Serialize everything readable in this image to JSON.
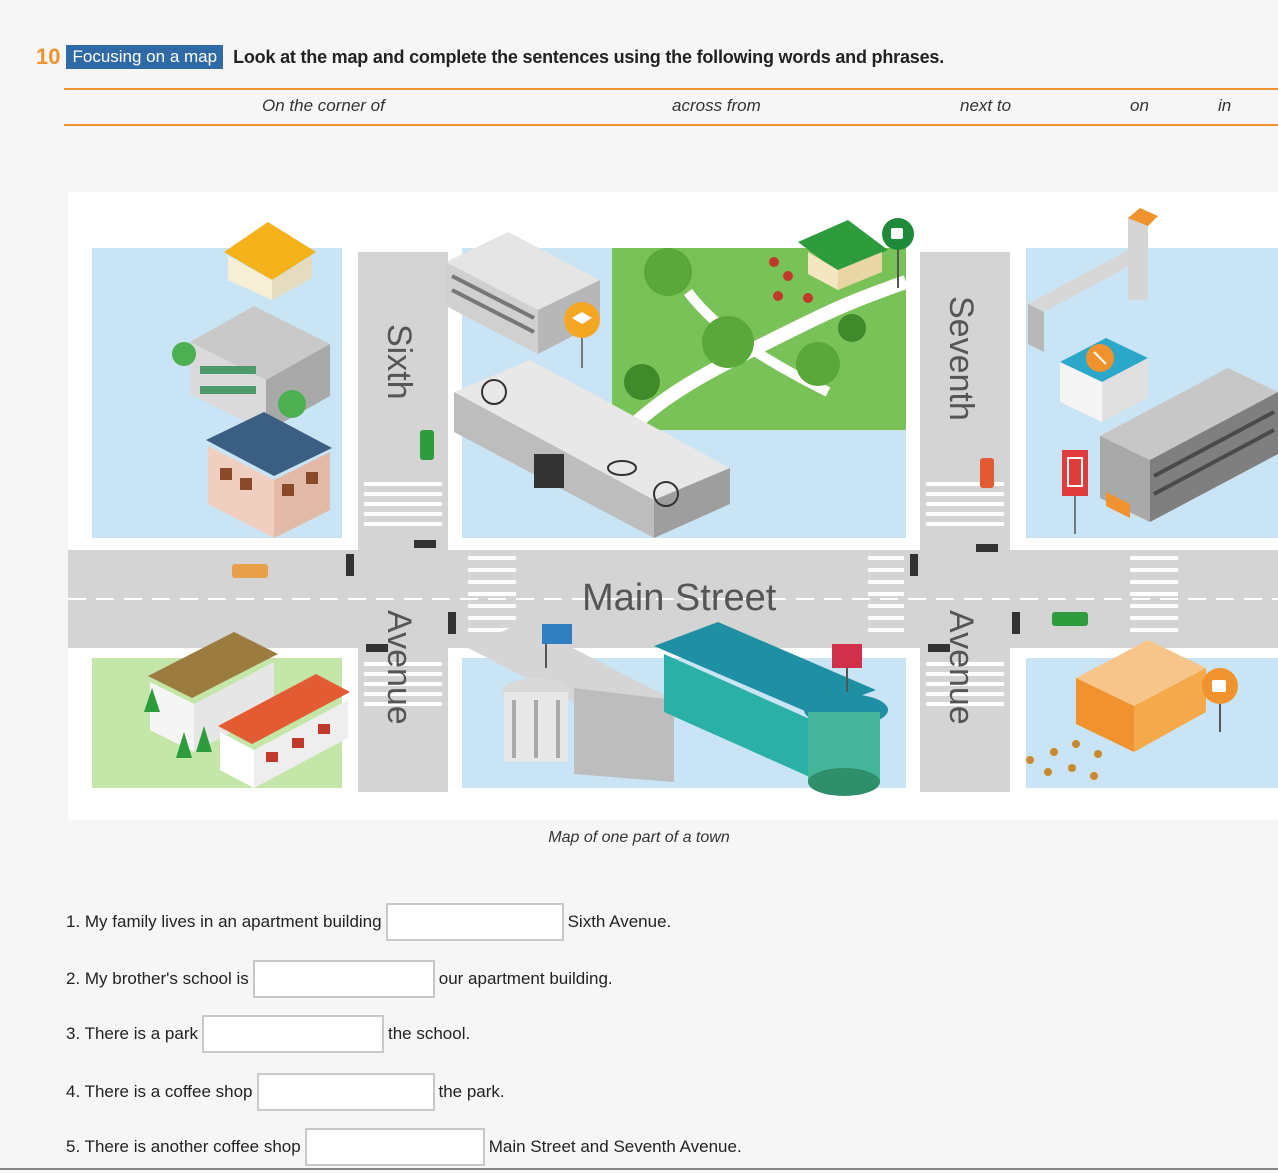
{
  "exercise": {
    "number": "10",
    "badge": "Focusing on a map",
    "instruction": "Look at the map and complete the sentences using the following words and phrases."
  },
  "word_bank": [
    "On the corner of",
    "across from",
    "next to",
    "on",
    "in"
  ],
  "map": {
    "street_labels": {
      "sixth": "Sixth",
      "sixth_avenue": "Avenue",
      "main_street": "Main Street",
      "seventh": "Seventh",
      "seventh_avenue": "Avenue"
    },
    "caption": "Map of one part of a town"
  },
  "sentences": [
    {
      "before": "1. My family lives in an apartment building",
      "after": "Sixth Avenue."
    },
    {
      "before": "2. My brother's school is",
      "after": "our apartment building."
    },
    {
      "before": "3. There is a park",
      "after": "the school."
    },
    {
      "before": "4. There is a coffee shop",
      "after": "the park."
    },
    {
      "before": "5. There is another coffee shop",
      "after": "Main Street and Seventh Avenue."
    }
  ],
  "colors": {
    "accent_orange": "#f0922e",
    "badge_blue": "#2f6aa7",
    "road_gray": "#d4d4d4",
    "block_blue": "#c9e4f4",
    "block_green": "#c4e6a8",
    "park_green": "#79c257"
  }
}
